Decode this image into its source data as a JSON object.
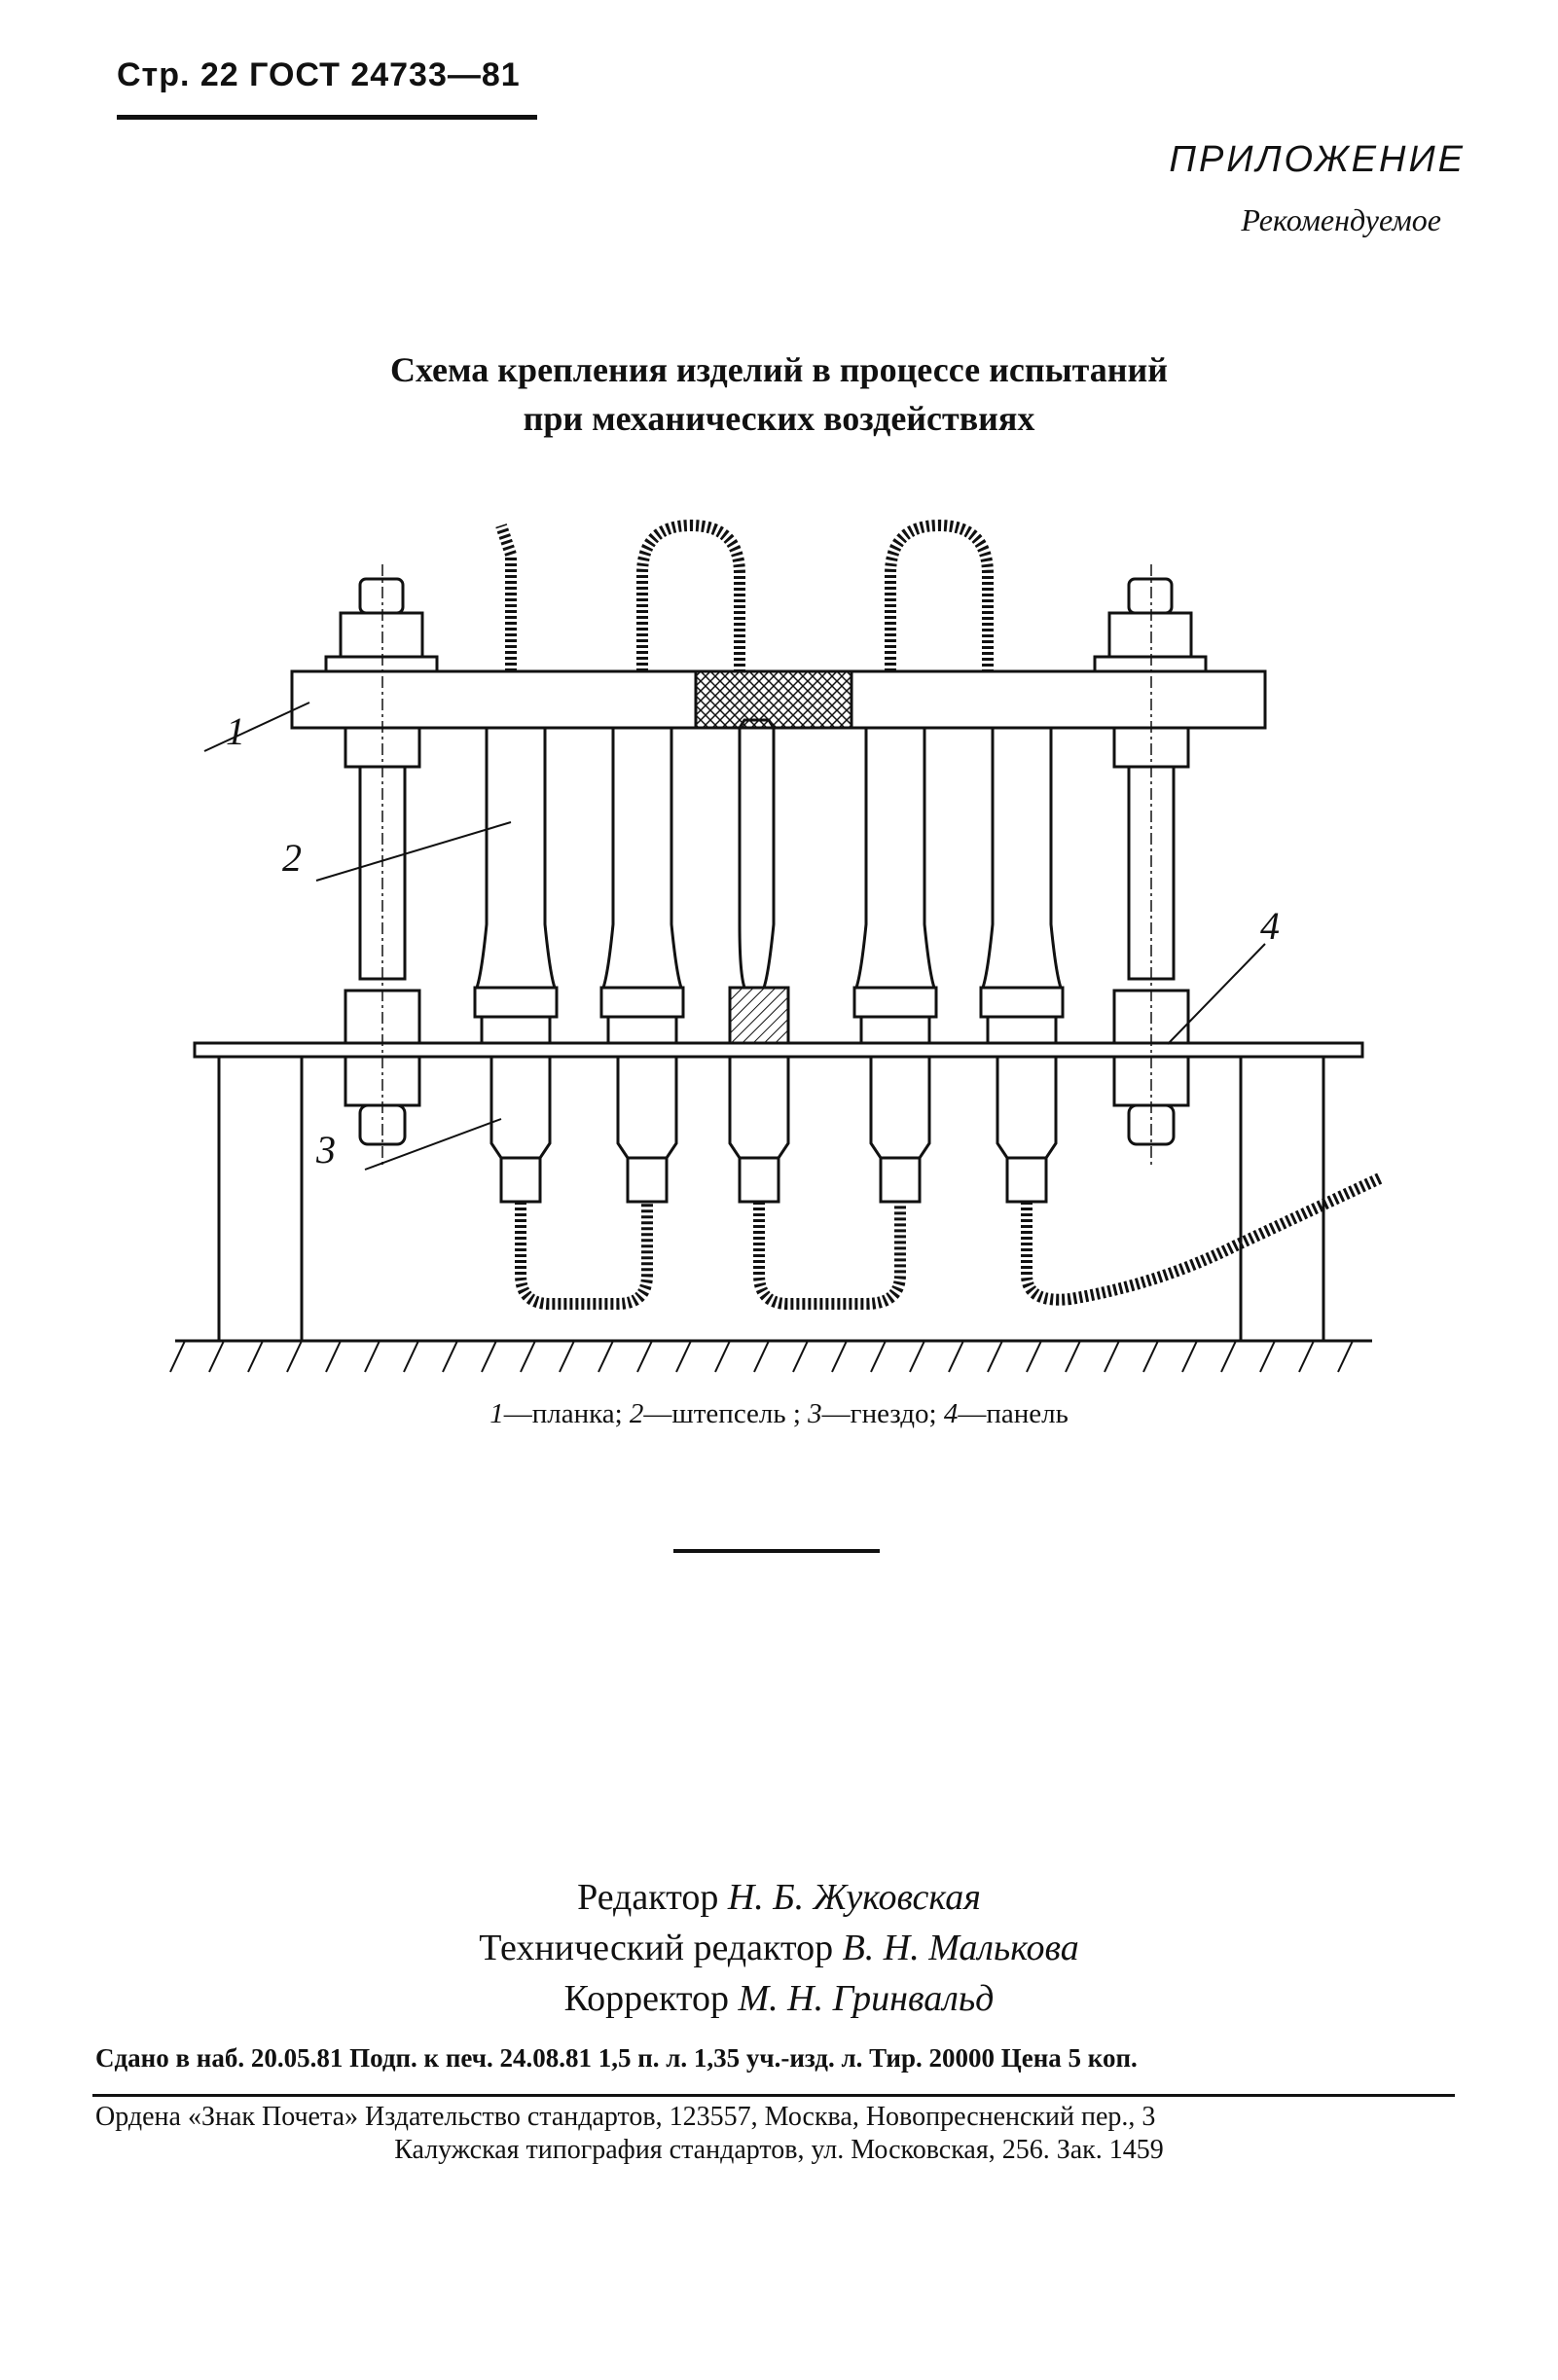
{
  "header": {
    "page_ref": "Стр. 22 ГОСТ 24733—81"
  },
  "appendix": {
    "title": "ПРИЛОЖЕНИЕ",
    "status": "Рекомендуемое"
  },
  "figure": {
    "title_line1": "Схема крепления изделий в процессе испытаний",
    "title_line2": "при механических воздействиях",
    "labels": [
      "1",
      "2",
      "3",
      "4"
    ],
    "caption": {
      "n1": "1",
      "t1": "—планка; ",
      "n2": "2",
      "t2": "—штепсель ; ",
      "n3": "3",
      "t3": "—гнездо; ",
      "n4": "4",
      "t4": "—панель"
    }
  },
  "credits": {
    "editor_role": "Редактор",
    "editor_name": "Н. Б. Жуковская",
    "tech_editor_role": "Технический редактор",
    "tech_editor_name": "В. Н. Малькова",
    "corrector_role": "Корректор",
    "corrector_name": "М. Н. Гринвальд"
  },
  "imprint": {
    "line1": "Сдано в наб. 20.05.81 Подп. к печ. 24.08.81 1,5 п. л. 1,35 уч.-изд. л. Тир. 20000 Цена 5 коп.",
    "publisher": "Ордена «Знак Почета» Издательство стандартов, 123557, Москва, Новопресненский пер., 3",
    "printer": "Калужская типография стандартов, ул. Московская, 256. Зак. 1459"
  }
}
